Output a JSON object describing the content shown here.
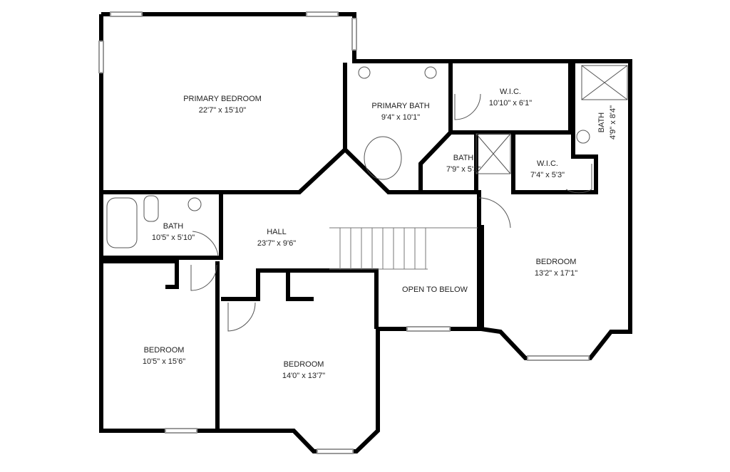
{
  "rooms": [
    {
      "name": "PRIMARY BEDROOM",
      "size": "22'7\" x 15'10\""
    },
    {
      "name": "PRIMARY BATH",
      "size": "9'4\" x 10'1\""
    },
    {
      "name": "W.I.C.",
      "size": "10'10\" x 6'1\""
    },
    {
      "name": "BATH",
      "size": "4'9\" x 8'4\""
    },
    {
      "name": "BATH",
      "size": "7'9\" x 5'3\""
    },
    {
      "name": "W.I.C.",
      "size": "7'4\" x 5'3\""
    },
    {
      "name": "BATH",
      "size": "10'5\" x 5'10\""
    },
    {
      "name": "HALL",
      "size": "23'7\" x 9'6\""
    },
    {
      "name": "BEDROOM",
      "size": "13'2\" x 17'1\""
    },
    {
      "name": "OPEN TO BELOW",
      "size": ""
    },
    {
      "name": "BEDROOM",
      "size": "10'5\" x 15'6\""
    },
    {
      "name": "BEDROOM",
      "size": "14'0\" x 13'7\""
    }
  ],
  "colors": {
    "wall": "#000000",
    "window": "#9a9a9a",
    "fixture": "#555555"
  }
}
